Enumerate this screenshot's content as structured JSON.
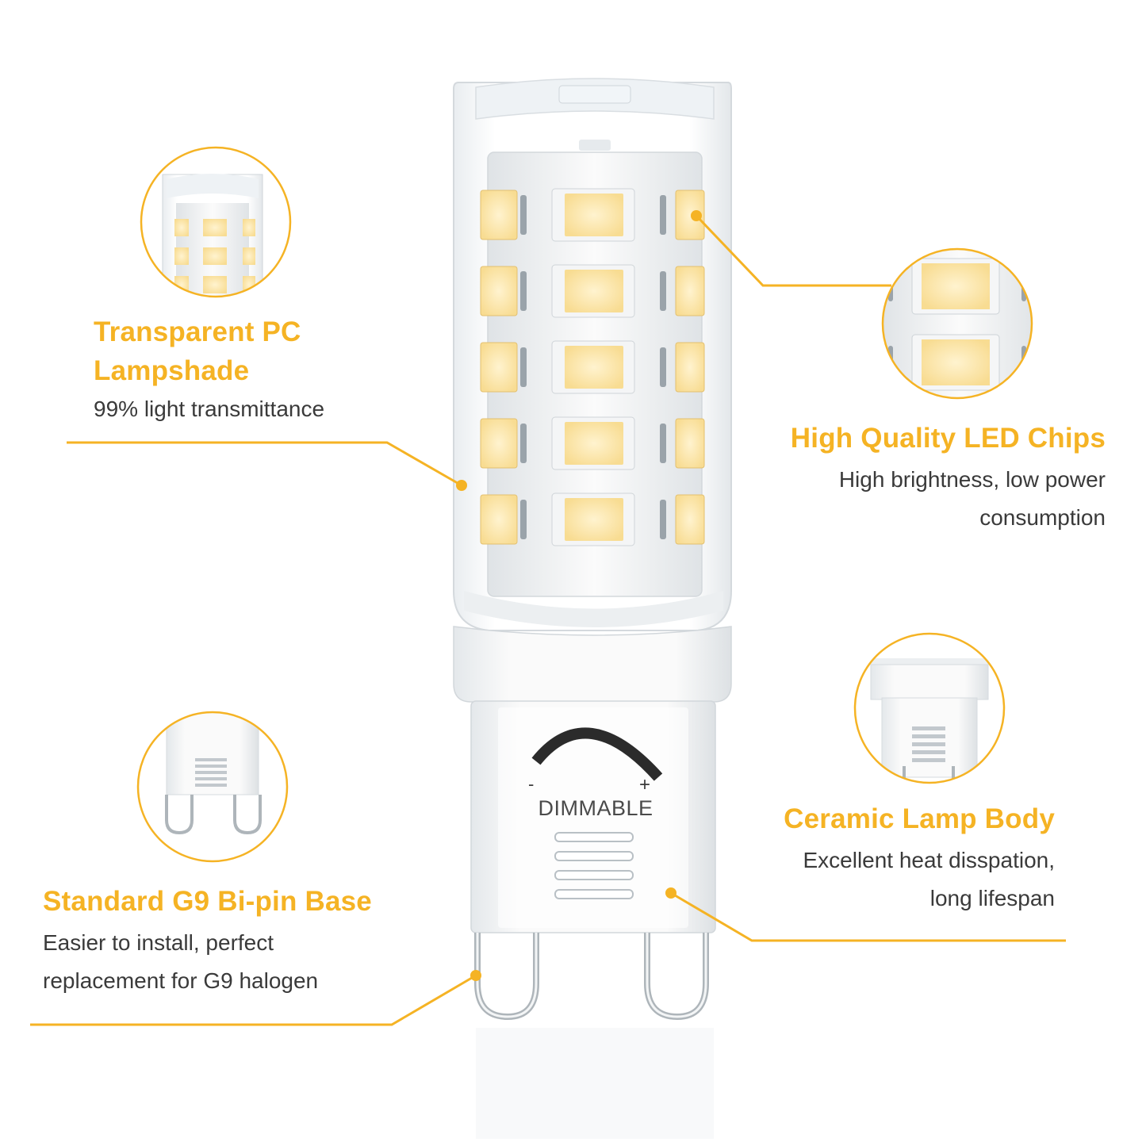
{
  "colors": {
    "accent": "#f5b324",
    "text": "#3a3a3a",
    "led": "#fbe6a8"
  },
  "features": {
    "lampshade": {
      "title": "Transparent PC\nLampshade",
      "description": "99% light transmittance"
    },
    "chips": {
      "title": "High Quality LED Chips",
      "description": "High brightness, low power\nconsumption"
    },
    "body": {
      "title": "Ceramic Lamp Body",
      "description": "Excellent heat disspation,\nlong lifespan"
    },
    "base": {
      "title": "Standard G9 Bi-pin Base",
      "description": "Easier to install, perfect\nreplacement for G9 halogen"
    }
  },
  "bulb": {
    "dimmable_label": "DIMMABLE",
    "dim_minus": "-",
    "dim_plus": "+",
    "icons": [
      "dimmer-arc-icon",
      "led-chip-icon",
      "g9-pin-icon"
    ]
  }
}
